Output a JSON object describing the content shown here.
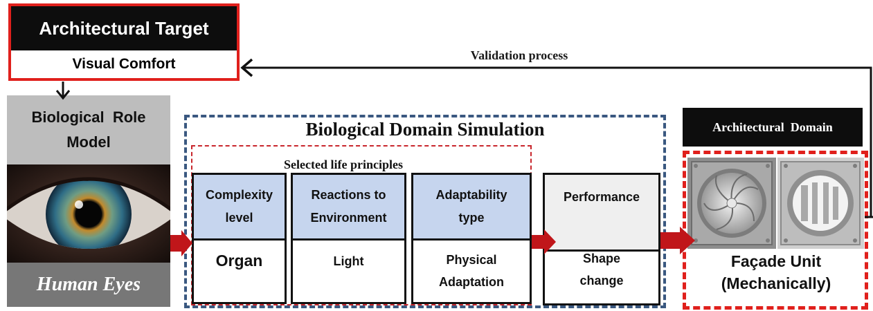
{
  "architectural_target": {
    "title": "Architectural Target",
    "subtitle": "Visual Comfort"
  },
  "validation": {
    "label": "Validation process"
  },
  "biological_role_model": {
    "line1": "Biological  Role",
    "line2": "Model",
    "caption": "Human Eyes"
  },
  "biological_domain": {
    "title": "Biological Domain Simulation",
    "life_principles_label": "Selected life principles",
    "columns": [
      {
        "header_line1": "Complexity",
        "header_line2": "level",
        "value_line1": "Organ",
        "value_line2": ""
      },
      {
        "header_line1": "Reactions to",
        "header_line2": "Environment",
        "value_line1": "Light",
        "value_line2": ""
      },
      {
        "header_line1": "Adaptability",
        "header_line2": "type",
        "value_line1": "Physical",
        "value_line2": "Adaptation"
      }
    ],
    "performance": {
      "header": "Performance",
      "value_line1": "Shape",
      "value_line2": "change"
    }
  },
  "architectural_domain": {
    "title": "Architectural  Domain",
    "facade_line1": "Façade Unit",
    "facade_line2": "(Mechanically)"
  },
  "colors": {
    "accent_red": "#e0201c",
    "domain_blue": "#3a5880",
    "header_blue": "#c6d5ee",
    "arrow_dark_red": "#c0161a",
    "black": "#0d0d0d"
  }
}
